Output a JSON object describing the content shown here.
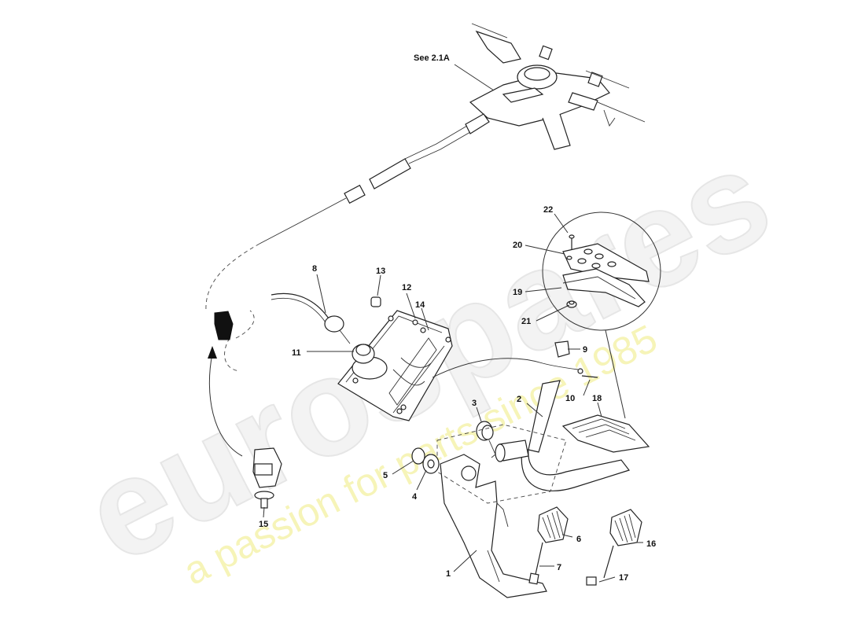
{
  "watermark": {
    "brand": "eurospares",
    "tagline": "a passion for parts since 1985"
  },
  "reference": "See 2.1A",
  "callouts": [
    {
      "id": "c1",
      "text": "1"
    },
    {
      "id": "c2",
      "text": "2"
    },
    {
      "id": "c3",
      "text": "3"
    },
    {
      "id": "c4",
      "text": "4"
    },
    {
      "id": "c5",
      "text": "5"
    },
    {
      "id": "c6",
      "text": "6"
    },
    {
      "id": "c7",
      "text": "7"
    },
    {
      "id": "c8",
      "text": "8"
    },
    {
      "id": "c9",
      "text": "9"
    },
    {
      "id": "c10",
      "text": "10"
    },
    {
      "id": "c11",
      "text": "11"
    },
    {
      "id": "c12",
      "text": "12"
    },
    {
      "id": "c13",
      "text": "13"
    },
    {
      "id": "c14",
      "text": "14"
    },
    {
      "id": "c15",
      "text": "15"
    },
    {
      "id": "c16",
      "text": "16"
    },
    {
      "id": "c17",
      "text": "17"
    },
    {
      "id": "c18",
      "text": "18"
    },
    {
      "id": "c19",
      "text": "19"
    },
    {
      "id": "c20",
      "text": "20"
    },
    {
      "id": "c21",
      "text": "21"
    },
    {
      "id": "c22",
      "text": "22"
    }
  ]
}
